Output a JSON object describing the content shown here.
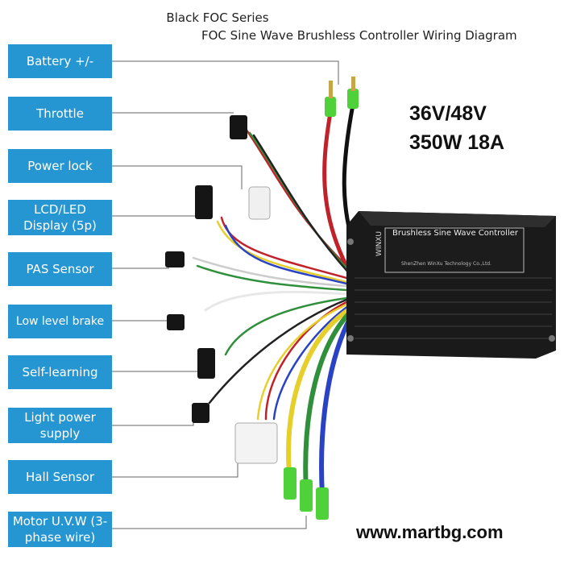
{
  "header": {
    "title_line1": "Black FOC Series",
    "title_line2": "FOC Sine Wave Brushless Controller Wiring Diagram"
  },
  "labels": [
    {
      "text": "Battery +/-"
    },
    {
      "text": "Throttle"
    },
    {
      "text": "Power lock"
    },
    {
      "text": "LCD/LED Display (5p)"
    },
    {
      "text": "PAS Sensor"
    },
    {
      "text": "Low level brake"
    },
    {
      "text": "Self-learning"
    },
    {
      "text": "Light power supply"
    },
    {
      "text": "Hall Sensor"
    },
    {
      "text": "Motor U.V.W (3-phase wire)"
    }
  ],
  "specs": {
    "line1": "36V/48V",
    "line2": "350W 18A"
  },
  "controller": {
    "title": "Brushless Sine Wave Controller",
    "brand": "WINXU",
    "maker": "ShenZhen WinXu Technology Co.,Ltd."
  },
  "website": "www.martbg.com",
  "colors": {
    "label_bg": "#2596d1",
    "controller_body": "#1a1a1a",
    "wire_red": "#c0222a",
    "wire_black": "#111111",
    "wire_yellow": "#e6cf2a",
    "wire_blue": "#2a43c4",
    "wire_green": "#2f8f3a",
    "wire_white": "#e8e8e8"
  }
}
